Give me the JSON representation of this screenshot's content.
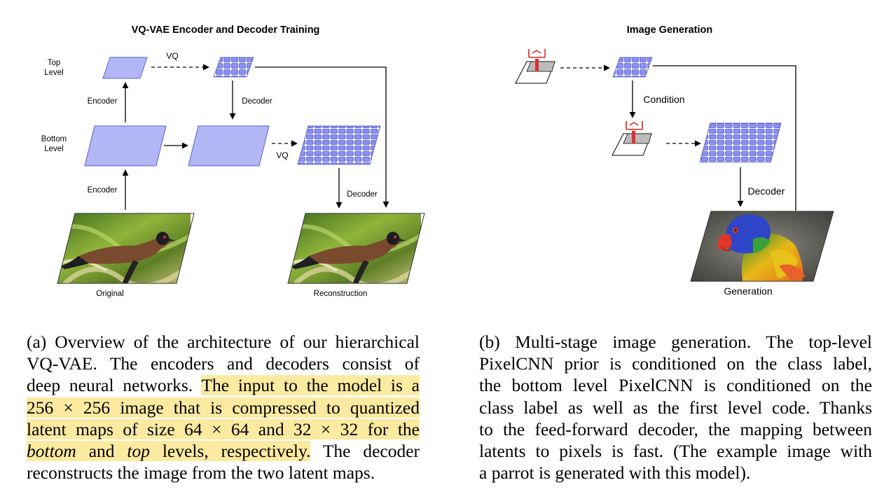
{
  "panel_a": {
    "title": "VQ-VAE Encoder and Decoder Training",
    "top_level_label": [
      "Top",
      "Level"
    ],
    "bottom_level_label": [
      "Bottom",
      "Level"
    ],
    "vq_top": "VQ",
    "vq_bottom": "VQ",
    "encoder_upper": "Encoder",
    "encoder_lower": "Encoder",
    "decoder_upper": "Decoder",
    "decoder_lower": "Decoder",
    "original_label": "Original",
    "reconstruction_label": "Reconstruction"
  },
  "panel_b": {
    "title": "Image Generation",
    "condition_label": "Condition",
    "decoder_label": "Decoder",
    "generation_label": "Generation"
  },
  "caption_a": {
    "l1": "(a) Overview of the architecture of our hierarchical",
    "l2": "VQ-VAE. The encoders and decoders consist of",
    "l3a": "deep neural networks.",
    "l3b": "The input to the model is a",
    "l4": "256 × 256 image that is compressed to quantized",
    "l5": "latent maps of size 64 × 64 and 32 × 32 for the",
    "l6a": "bottom",
    "l6b": "and",
    "l6c": "top",
    "l6d": "levels, respectively.",
    "l6e": "The decoder",
    "l7": "reconstructs the image from the two latent maps."
  },
  "caption_b": {
    "l1": "(b) Multi-stage image generation. The top-level",
    "l2": "PixelCNN prior is conditioned on the class label,",
    "l3": "the bottom level PixelCNN is conditioned on the",
    "l4": "class label as well as the first level code. Thanks",
    "l5": "to the feed-forward decoder, the mapping between",
    "l6": "latents to pixels is fast. (The example image with",
    "l7": "a parrot is generated with this model)."
  },
  "colors": {
    "latent_fill": "#b3b6f5",
    "latent_stroke": "#5a5fd6",
    "grid_fill": "#8a8ff2",
    "highlight": "#fbeaa0",
    "arrow": "#000000"
  }
}
